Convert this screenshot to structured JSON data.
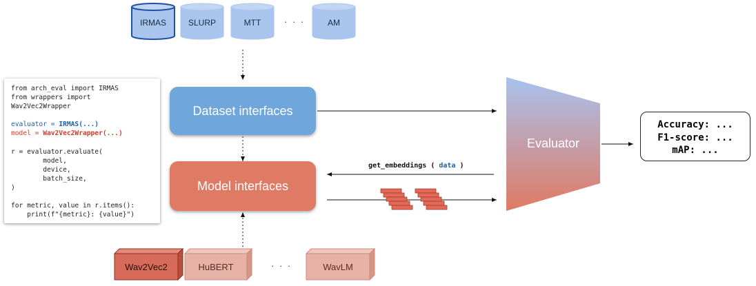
{
  "datasets": {
    "items": [
      {
        "label": "IRMAS",
        "highlighted": true
      },
      {
        "label": "SLURP",
        "highlighted": false
      },
      {
        "label": "MTT",
        "highlighted": false
      },
      {
        "label": "AM",
        "highlighted": false
      }
    ],
    "ellipsis": "· · ·"
  },
  "models": {
    "items": [
      {
        "label": "Wav2Vec2",
        "highlighted": true
      },
      {
        "label": "HuBERT",
        "highlighted": false
      },
      {
        "label": "WavLM",
        "highlighted": false
      }
    ],
    "ellipsis": "· · ·"
  },
  "interfaces": {
    "dataset_label": "Dataset interfaces",
    "model_label": "Model interfaces"
  },
  "evaluator": {
    "label": "Evaluator"
  },
  "call": {
    "fn": "get_embeddings",
    "open": " ( ",
    "arg": "data",
    "close": " )"
  },
  "output": {
    "lines": [
      "Accuracy: ...",
      "F1-score: ...",
      "mAP: ..."
    ]
  },
  "code": {
    "lines": [
      {
        "text": "from arch_eval import IRMAS"
      },
      {
        "text": "from wrappers import"
      },
      {
        "text": "Wav2Vec2Wrapper"
      },
      {
        "text": ""
      },
      {
        "prefix": "evaluator = ",
        "emph": "IRMAS(...)",
        "color": "blue"
      },
      {
        "prefix": "model = ",
        "emph": "Wav2Vec2Wrapper(...)",
        "color": "red"
      },
      {
        "text": ""
      },
      {
        "text": "r = evaluator.evaluate("
      },
      {
        "text": "        model,"
      },
      {
        "text": "        device,"
      },
      {
        "text": "        batch_size,"
      },
      {
        "text": ")"
      },
      {
        "text": ""
      },
      {
        "text": "for metric, value in r.items():"
      },
      {
        "text": "    print(f\"{metric}: {value}\")"
      }
    ]
  },
  "colors": {
    "dataset_blue": "#6fa6dc",
    "cylinder_fill": "#a9c5ee",
    "cylinder_highlight_stroke": "#1f4fa0",
    "model_red": "#df7a65",
    "model_box_light": "#e8b1a6",
    "model_box_dark": "#d76a58",
    "evaluator_top": "#a7c2ee",
    "evaluator_bottom": "#e07a64"
  }
}
